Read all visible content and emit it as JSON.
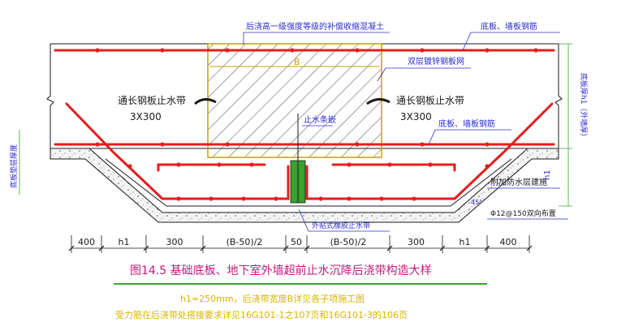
{
  "labels": {
    "top_concrete_note": "后浇高一级强度等级的补偿收缩混凝土",
    "bottom_wall_rebar_top": "底板、墙板钢筋",
    "double_mesh": "双层镀锌钢板网",
    "waterstop_left": "通长钢板止水带",
    "waterstop_left_size": "3X300",
    "waterstop_right": "通长钢板止水带",
    "waterstop_right_size": "3X300",
    "bottom_wall_rebar_mid": "底板、墙板钢筋",
    "width_B": "B",
    "grout_stop": "止水条嵌",
    "slab_thickness": "底板厚h1（外墙厚）",
    "cushion_thickness": "底板垫层厚度",
    "h1_right": "h1",
    "added_waterproof": "附加防水层建施",
    "rebar_spec": "Φ12@150双向布置",
    "external_rubber": "外贴式橡胶止水带",
    "angle_label": "45°"
  },
  "dimensions": [
    "400",
    "h1",
    "300",
    "(B-50)/2",
    "50",
    "(B-50)/2",
    "300",
    "h1",
    "400"
  ],
  "caption": {
    "title": "图14.5  基础底板、地下室外墙超前止水沉降后浇带构造大样",
    "line1": "h1=250mm，后浇带宽度B详见各子项施工图",
    "line2": "受力筋在后浇带处搭接要求详见16G101-1之107页和16G101-3的106页"
  },
  "colors": {
    "line": "#1a1a1a",
    "rebar": "#e31e1e",
    "note": "#2b2bcf",
    "hatch_box": "#c8a200",
    "green": "#3aa12f",
    "title": "#c2187a",
    "caption_y": "#d8b400"
  }
}
